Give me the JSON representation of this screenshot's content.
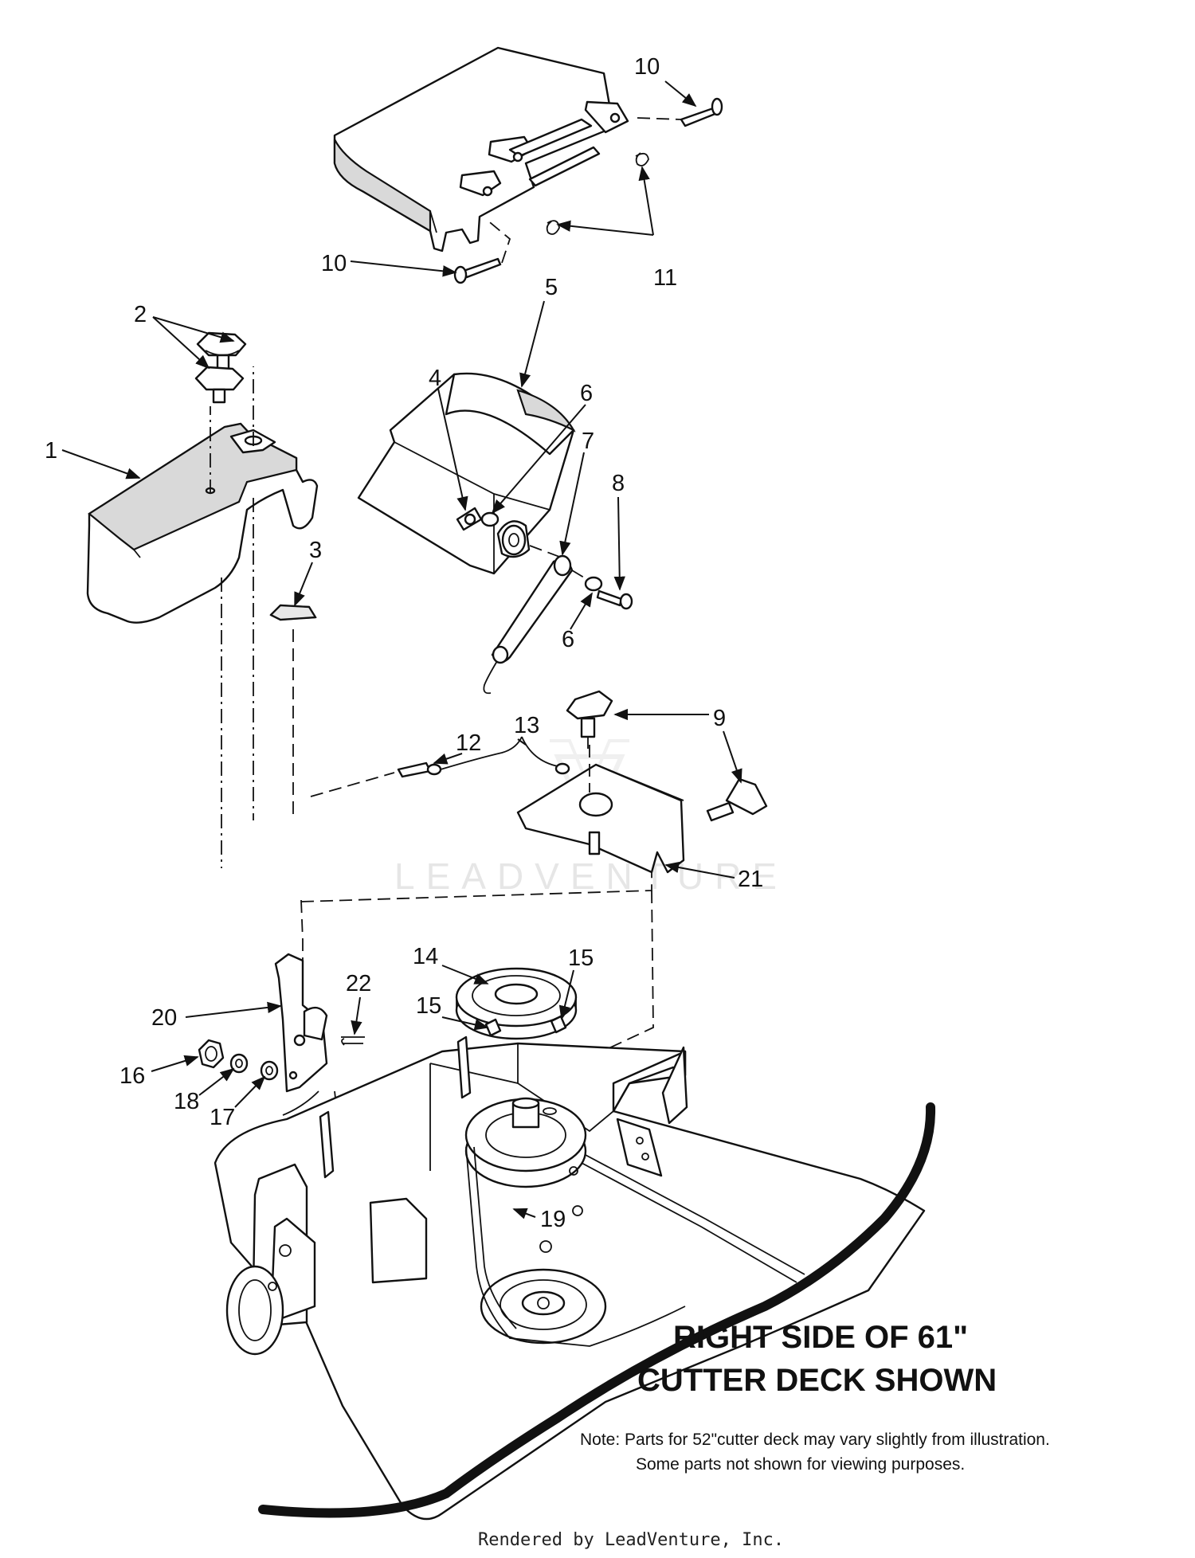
{
  "title_lines": [
    "RIGHT SIDE OF 61\"",
    "CUTTER DECK SHOWN"
  ],
  "note_lines": [
    "Note:  Parts for 52\"cutter deck may vary slightly from illustration.",
    "Some parts not shown for viewing purposes."
  ],
  "watermark": "LEADVENTURE",
  "footer": "Rendered by LeadVenture, Inc.",
  "callouts": [
    {
      "id": "c10a",
      "label": "10"
    },
    {
      "id": "c10b",
      "label": "10"
    },
    {
      "id": "c11",
      "label": "11"
    },
    {
      "id": "c5",
      "label": "5"
    },
    {
      "id": "c2",
      "label": "2"
    },
    {
      "id": "c4",
      "label": "4"
    },
    {
      "id": "c6a",
      "label": "6"
    },
    {
      "id": "c7",
      "label": "7"
    },
    {
      "id": "c8",
      "label": "8"
    },
    {
      "id": "c1",
      "label": "1"
    },
    {
      "id": "c3",
      "label": "3"
    },
    {
      "id": "c6b",
      "label": "6"
    },
    {
      "id": "c9",
      "label": "9"
    },
    {
      "id": "c12",
      "label": "12"
    },
    {
      "id": "c13",
      "label": "13"
    },
    {
      "id": "c21",
      "label": "21"
    },
    {
      "id": "c14",
      "label": "14"
    },
    {
      "id": "c15a",
      "label": "15"
    },
    {
      "id": "c15b",
      "label": "15"
    },
    {
      "id": "c22",
      "label": "22"
    },
    {
      "id": "c20",
      "label": "20"
    },
    {
      "id": "c16",
      "label": "16"
    },
    {
      "id": "c18",
      "label": "18"
    },
    {
      "id": "c17",
      "label": "17"
    },
    {
      "id": "c19",
      "label": "19"
    }
  ]
}
